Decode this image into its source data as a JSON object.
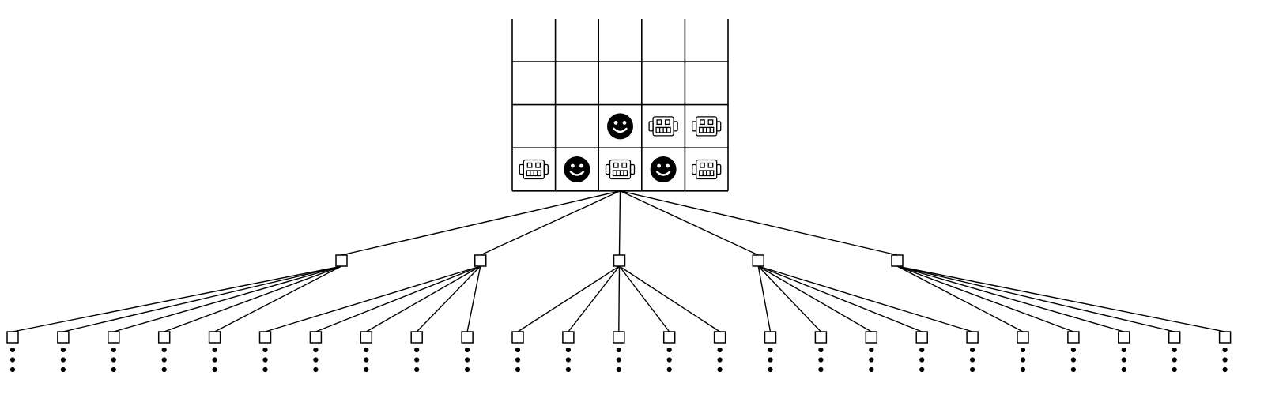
{
  "board": {
    "columns": 5,
    "visible_rows": 4,
    "top_row_open": true,
    "cells": [
      [
        "",
        "",
        "",
        "",
        ""
      ],
      [
        "",
        "",
        "",
        "",
        ""
      ],
      [
        "",
        "",
        "human",
        "robot",
        "robot"
      ],
      [
        "robot",
        "human",
        "robot",
        "human",
        "robot"
      ]
    ]
  },
  "tree": {
    "level1_node_count": 5,
    "children_per_node": 5,
    "continuation_dots_per_leaf": 3
  },
  "colors": {
    "line": "#000000",
    "node_fill": "#ffffff",
    "human_piece": "#000000",
    "background": "#ffffff"
  },
  "icons": {
    "human": "smiley-face-icon",
    "robot": "robot-icon"
  }
}
